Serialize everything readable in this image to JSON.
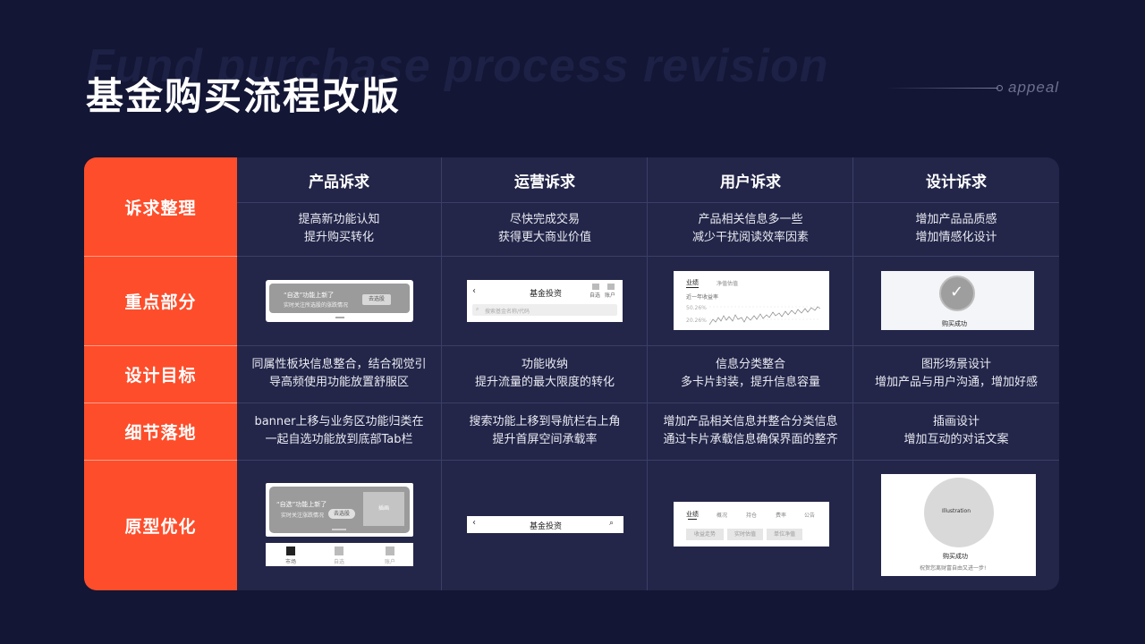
{
  "header": {
    "bg_title": "Fund purchase process revision",
    "title": "基金购买流程改版",
    "tag": "appeal"
  },
  "row_labels": [
    "诉求整理",
    "重点部分",
    "设计目标",
    "细节落地",
    "原型优化"
  ],
  "columns": [
    {
      "head": "产品诉求",
      "appeal": [
        "提高新功能认知",
        "提升购买转化"
      ],
      "goal": [
        "同属性板块信息整合，结合视觉引",
        "导高频使用功能放置舒服区"
      ],
      "detail": [
        "banner上移与业务区功能归类在",
        "一起自选功能放到底部Tab栏"
      ]
    },
    {
      "head": "运营诉求",
      "appeal": [
        "尽快完成交易",
        "获得更大商业价值"
      ],
      "goal": [
        "功能收纳",
        "提升流量的最大限度的转化"
      ],
      "detail": [
        "搜索功能上移到导航栏右上角",
        "提升首屏空间承载率"
      ]
    },
    {
      "head": "用户诉求",
      "appeal": [
        "产品相关信息多一些",
        "减少干扰阅读效率因素"
      ],
      "goal": [
        "信息分类整合",
        "多卡片封装，提升信息容量"
      ],
      "detail": [
        "增加产品相关信息并整合分类信息",
        "通过卡片承载信息确保界面的整齐"
      ]
    },
    {
      "head": "设计诉求",
      "appeal": [
        "增加产品品质感",
        "增加情感化设计"
      ],
      "goal": [
        "图形场景设计",
        "增加产品与用户沟通，增加好感"
      ],
      "detail": [
        "插画设计",
        "增加互动的对话文案"
      ]
    }
  ],
  "mock_key": {
    "banner_title": "“自选”功能上新了",
    "banner_sub": "实时关注所选股的涨跌情况",
    "banner_btn": "去选股",
    "nav_title": "基金投资",
    "nav_icon1": "自选",
    "nav_icon2": "账户",
    "search_placeholder": "搜索基金名称/代码",
    "tab_active": "业绩",
    "tab_other": "净值估值",
    "chart_label": "近一年收益率",
    "chart_v1": "50.26%",
    "chart_v2": "20.26%",
    "success_text": "购买成功"
  },
  "mock_proto": {
    "banner_title": "“自选”功能上新了",
    "banner_sub": "实时关注涨跌情况",
    "banner_btn": "去选股",
    "banner_img": "插画",
    "tab1": "市场",
    "tab2": "自选",
    "tab3": "账户",
    "nav_title": "基金投资",
    "tabs": [
      "业绩",
      "概况",
      "持仓",
      "费率",
      "公告"
    ],
    "chips": [
      "收益走势",
      "实时估值",
      "单位净值"
    ],
    "illus": "Illustration",
    "success_text": "购买成功",
    "success_sub": "祝贺您离财富自由又进一步!"
  }
}
